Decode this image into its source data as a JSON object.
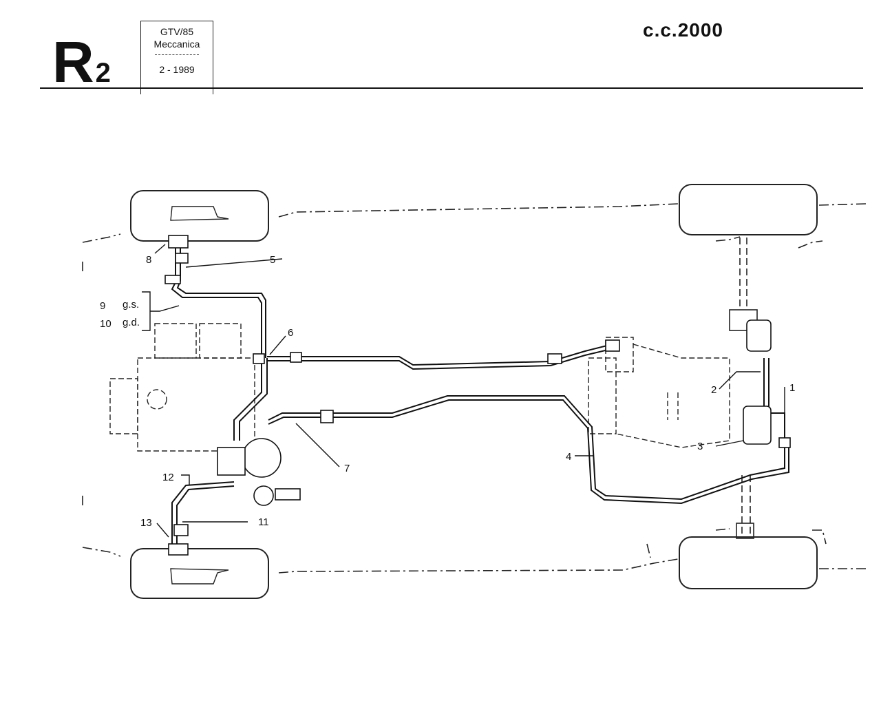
{
  "header": {
    "sheet_code": "R",
    "sheet_sub": "2",
    "model": "GTV/85",
    "section": "Meccanica",
    "date": "2 - 1989",
    "displacement": "c.c.2000"
  },
  "callouts": {
    "n1": "1",
    "n2": "2",
    "n3": "3",
    "n4": "4",
    "n5": "5",
    "n6": "6",
    "n7": "7",
    "n8": "8",
    "n9": "9",
    "n10": "10",
    "n11": "11",
    "n12": "12",
    "n13": "13",
    "gs": "g.s.",
    "gd": "g.d."
  }
}
